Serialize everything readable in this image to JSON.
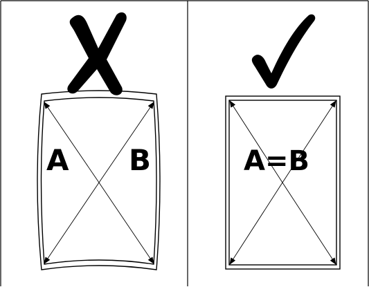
{
  "panels": [
    {
      "id": "incorrect",
      "icon": "x-mark-icon",
      "labels": [
        "A",
        "B"
      ]
    },
    {
      "id": "correct",
      "icon": "check-mark-icon",
      "labels": [
        "A=B"
      ]
    }
  ],
  "colors": {
    "ink": "#000000",
    "background": "#ffffff"
  }
}
